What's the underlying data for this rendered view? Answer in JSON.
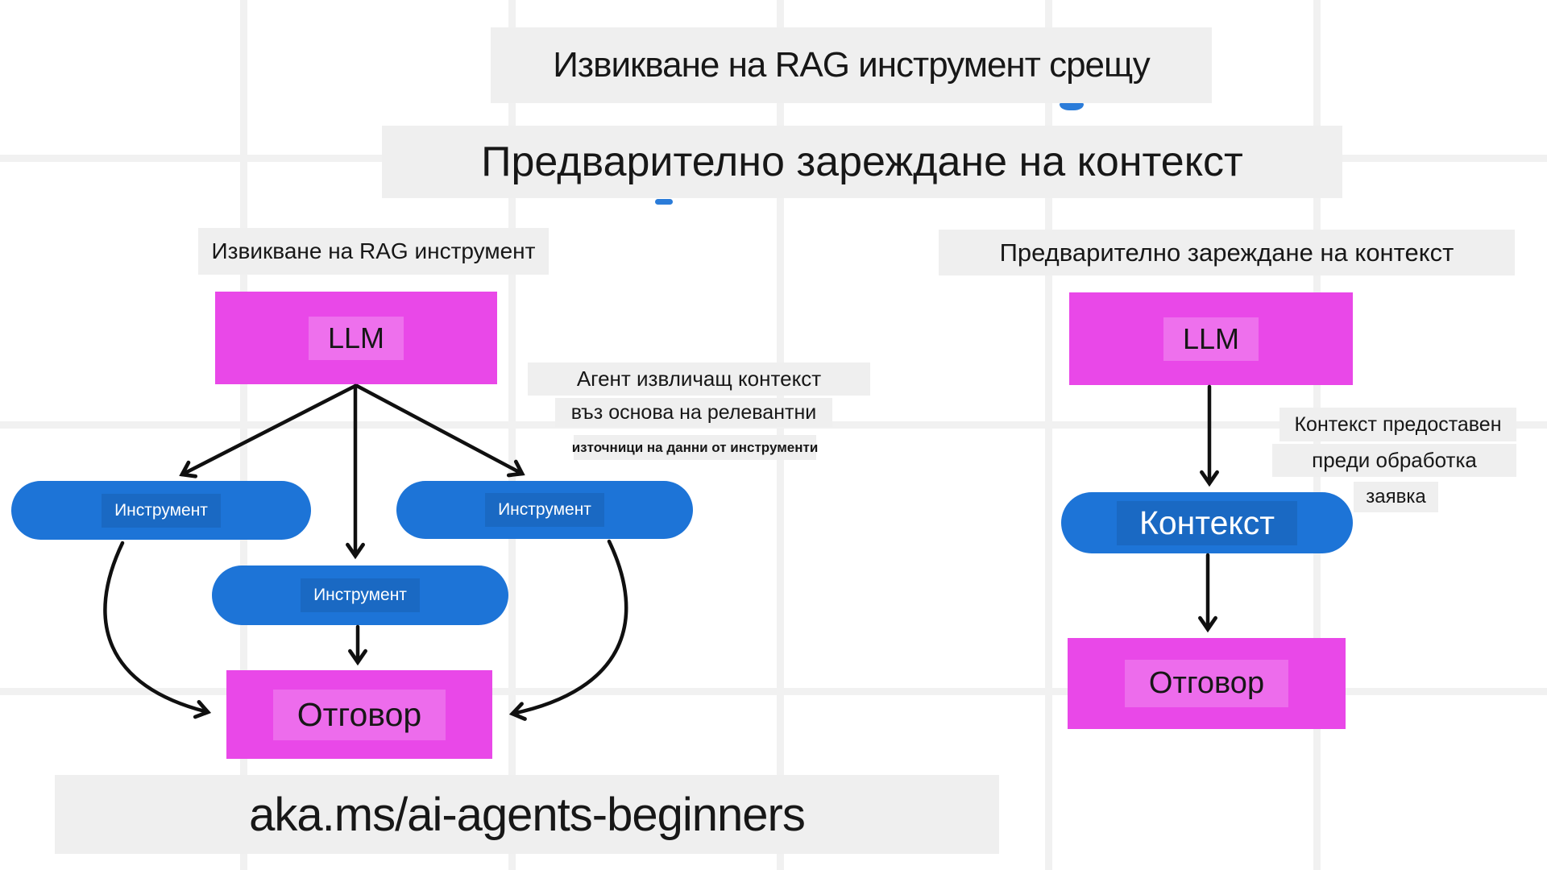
{
  "titles": {
    "line1": "Извикване на RAG инструмент срещу",
    "line2": "Предварително зареждане на контекст"
  },
  "left_diagram": {
    "label": "Извикване на RAG инструмент",
    "llm": "LLM",
    "tools": [
      "Инструмент",
      "Инструмент",
      "Инструмент"
    ],
    "response": "Отговор",
    "annotation": {
      "line1": "Агент извличащ контекст",
      "line2": "въз основа на релевантни",
      "line3": "източници на данни от инструменти"
    }
  },
  "right_diagram": {
    "label": "Предварително зареждане на контекст",
    "llm": "LLM",
    "context": "Контекст",
    "response": "Отговор",
    "annotation": {
      "line1": "Контекст предоставен",
      "line2": "преди обработка",
      "line3": "заявка"
    }
  },
  "footer": {
    "link": "aka.ms/ai-agents-beginners"
  },
  "colors": {
    "magenta": "#e948e8",
    "blue": "#1d74d7",
    "panel": "#efefef",
    "grid": "#f1f1f1",
    "dash": "#2b7cd9",
    "text": "#171717",
    "arrow": "#101010"
  }
}
